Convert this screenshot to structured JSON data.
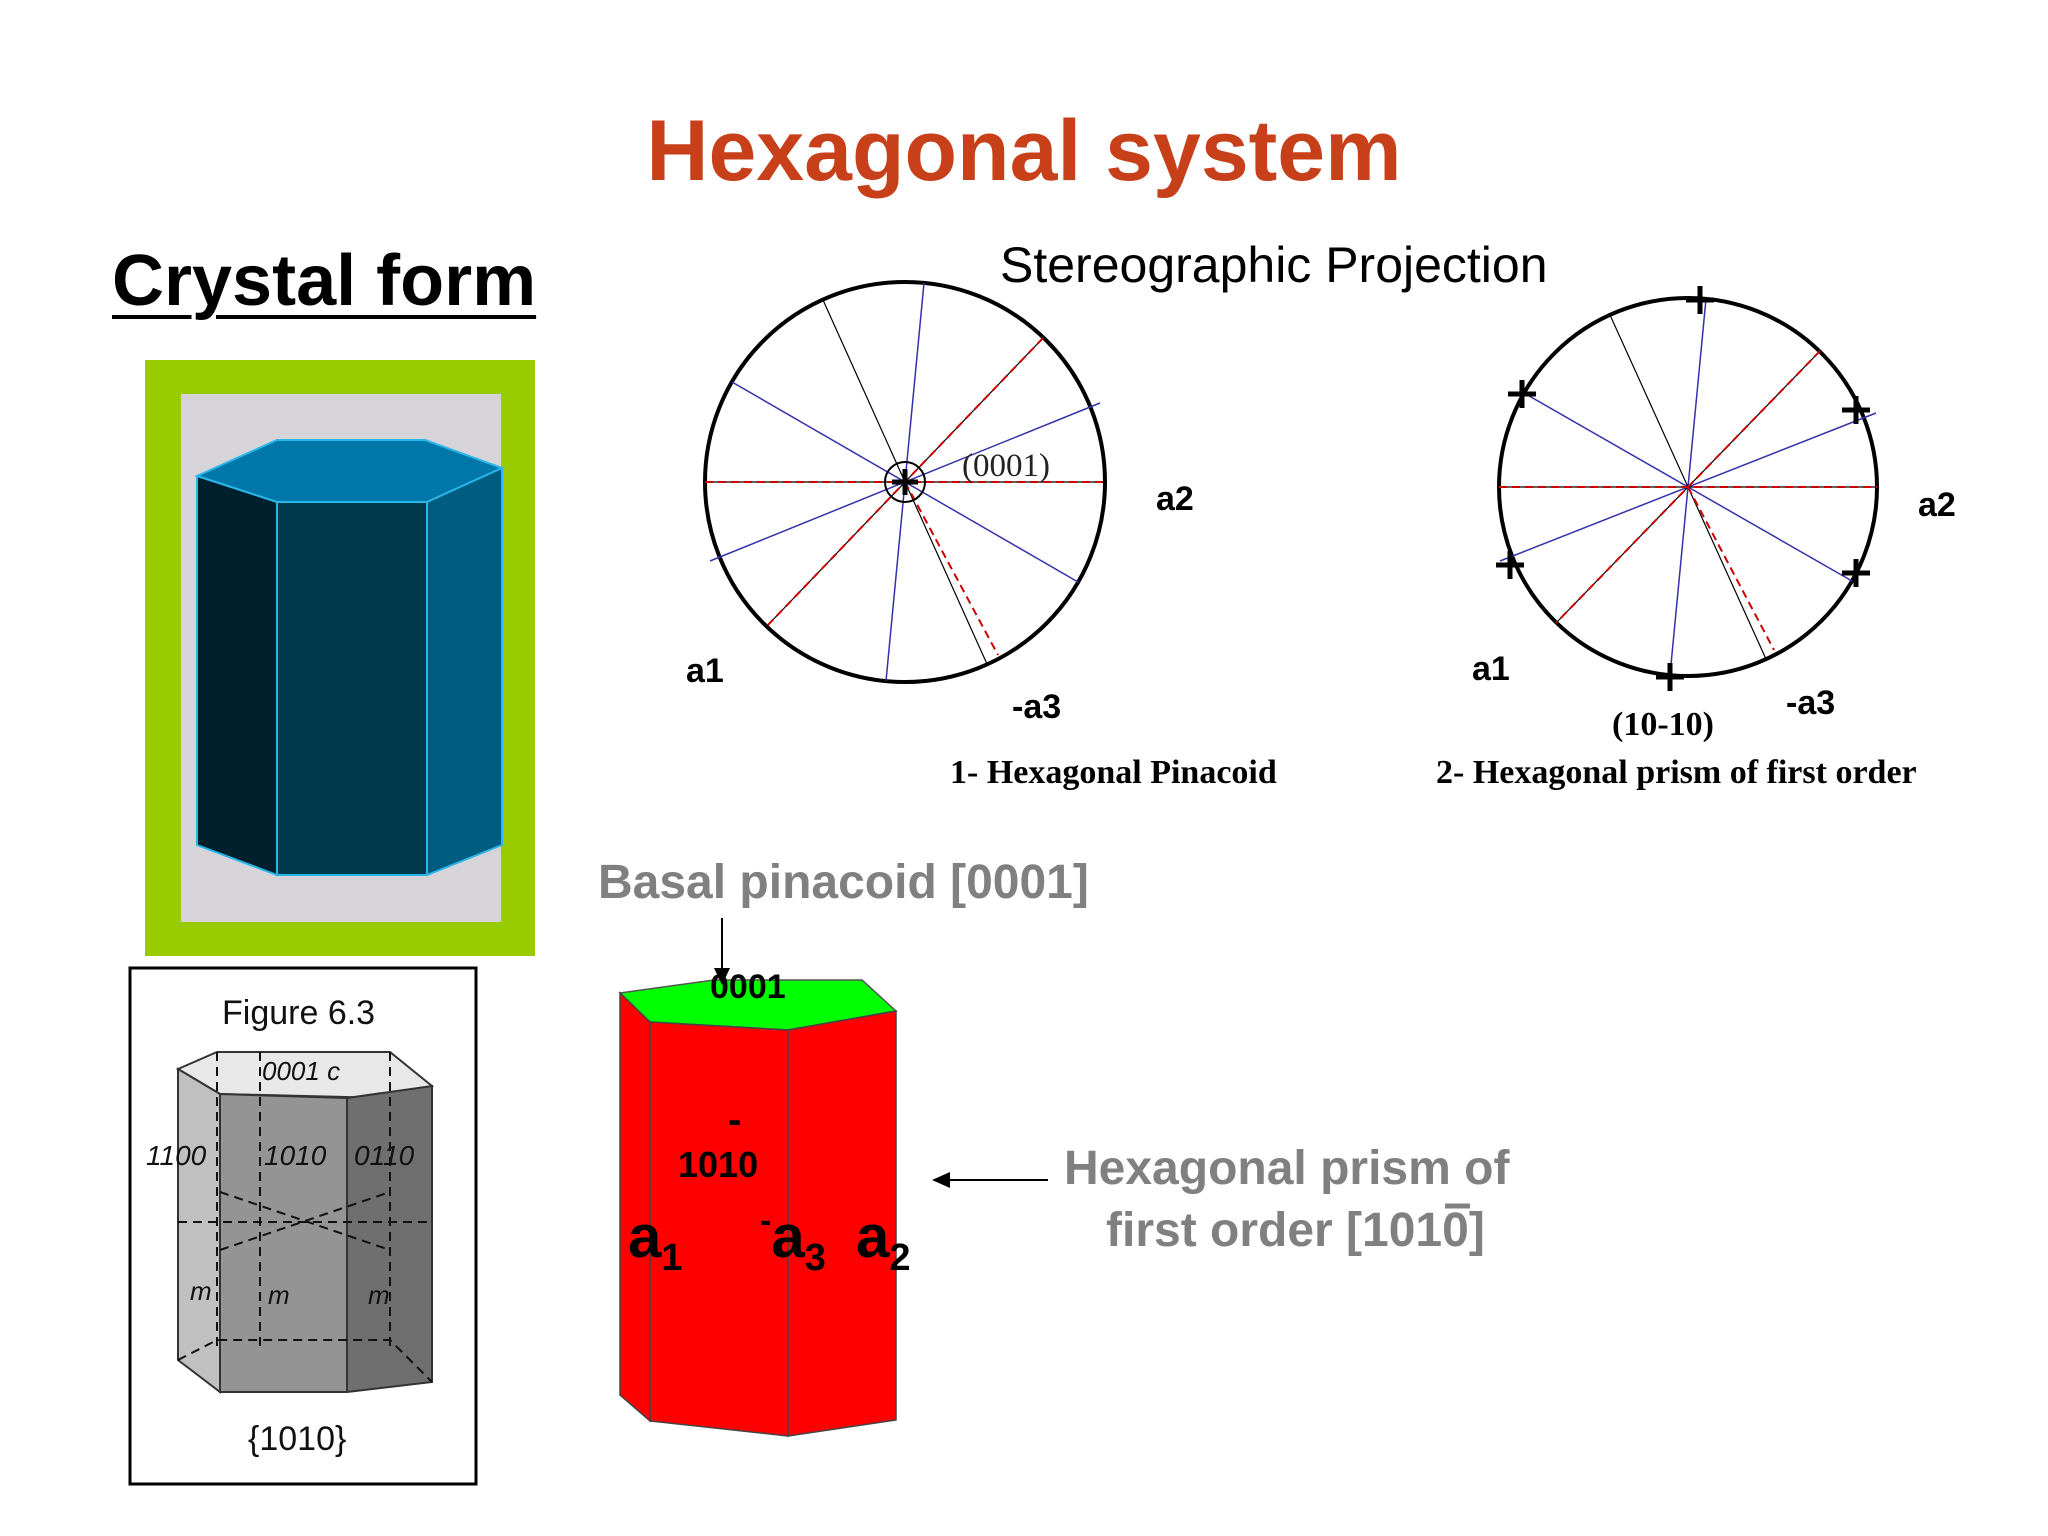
{
  "slide": {
    "title": "Hexagonal system",
    "crystal_form_heading": "Crystal form",
    "stereo_heading": "Stereographic Projection"
  },
  "projection1": {
    "center_label": "(0001)",
    "axis_a1": "a1",
    "axis_a2": "a2",
    "axis_neg_a3": "-a3",
    "caption": "1- Hexagonal Pinacoid"
  },
  "projection2": {
    "face_label": "(10-10)",
    "axis_a1": "a1",
    "axis_a2": "a2",
    "axis_neg_a3": "-a3",
    "caption": "2- Hexagonal prism of first order"
  },
  "red_prism": {
    "basal_label": "Basal pinacoid [0001]",
    "top_face_label": "0001",
    "front_face_bar": "-",
    "front_face_label": "1010",
    "axis_a1": "a",
    "axis_a1_sub": "1",
    "axis_a3_bar": "-",
    "axis_a3": "a",
    "axis_a3_sub": "3",
    "axis_a2": "a",
    "axis_a2_sub": "2",
    "prism_label_line1": "Hexagonal prism of",
    "prism_label_line2": "first order [1010]"
  },
  "figure63": {
    "title": "Figure 6.3",
    "top_face": "0001 c",
    "face_left": "1100",
    "face_center": "1010",
    "face_right": "0110",
    "m_left": "m",
    "m_center": "m",
    "m_right": "m",
    "form_label": "{1010}"
  },
  "colors": {
    "title": "#c8401a",
    "grey_text": "#808080",
    "prism_red": "#ff0000",
    "prism_top_green": "#00ff00",
    "frame_green": "#99cc00",
    "blue_prism_top": "#0077a8",
    "blue_prism_front": "#003a4c",
    "blue_prism_left": "#00202d",
    "blue_prism_right": "#005c80",
    "great_circle_blue": "#3333aa",
    "dashed_red": "#cc0000"
  }
}
